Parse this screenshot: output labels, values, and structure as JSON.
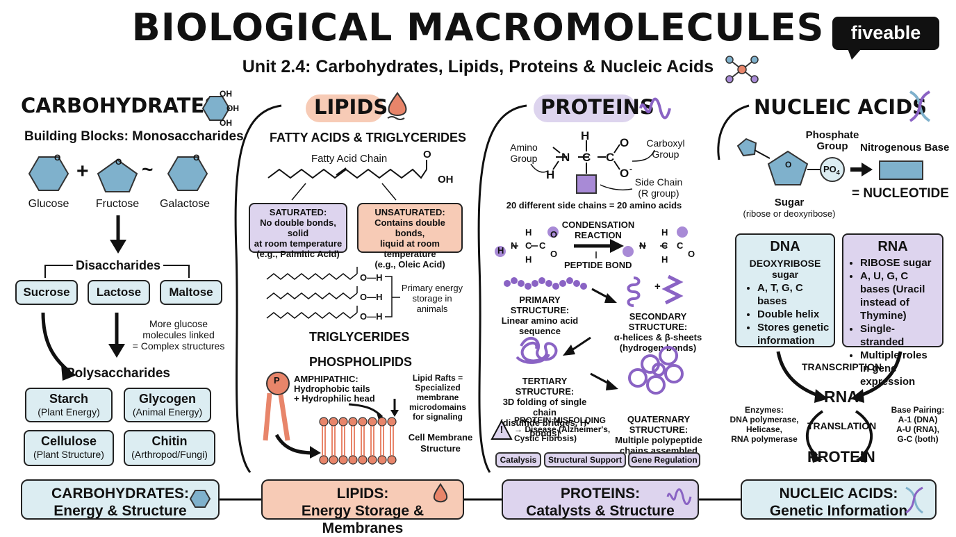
{
  "header": {
    "title": "BIOLOGICAL MACROMOLECULES",
    "subtitle": "Unit 2.4: Carbohydrates, Lipids, Proteins & Nucleic Acids",
    "logo": "fiveable"
  },
  "carbs": {
    "heading": "CARBOHYDRATES",
    "oh": "OH",
    "ring_o": "O",
    "building_blocks": "Building Blocks: Monosaccharides",
    "mono": [
      "Glucose",
      "Fructose",
      "Galactose"
    ],
    "plus": "+",
    "tilde": "~",
    "disaccharides": "Disaccharides",
    "di_items": [
      "Sucrose",
      "Lactose",
      "Maltose"
    ],
    "note": "More glucose molecules linked\n= Complex structures",
    "polysaccharides": "Polysaccharides",
    "poly": [
      {
        "name": "Starch",
        "sub": "(Plant Energy)"
      },
      {
        "name": "Glycogen",
        "sub": "(Animal Energy)"
      },
      {
        "name": "Cellulose",
        "sub": "(Plant Structure)"
      },
      {
        "name": "Chitin",
        "sub": "(Arthropod/Fungi)"
      }
    ]
  },
  "lipids": {
    "heading": "LIPIDS",
    "fa_title": "FATTY ACIDS & TRIGLYCERIDES",
    "chain_label": "Fatty Acid Chain",
    "o": "O",
    "oh": "OH",
    "saturated": "SATURATED:\nNo double bonds, solid\nat room temperature\n(e.g., Palmitic Acid)",
    "unsaturated": "UNSATURATED:\nContains double bonds,\nliquid at room temperature\n(e.g., Oleic Acid)",
    "tg_oh": "O—H",
    "energy": "Primary energy\nstorage in\nanimals",
    "triglycerides": "TRIGLYCERIDES",
    "phospholipids": "PHOSPHOLIPIDS",
    "p_label": "P",
    "amphipathic": "AMPHIPATHIC:\nHydrophobic tails\n+ Hydrophilic head",
    "rafts": "Lipid Rafts =\nSpecialized membrane\nmicrodomains\nfor signaling",
    "membrane": "Cell Membrane\nStructure"
  },
  "proteins": {
    "heading": "PROTEINS",
    "amino": "Amino\nGroup",
    "carboxyl": "Carboxyl\nGroup",
    "side": "Side Chain\n(R group)",
    "twenty": "20 different side chains = 20 amino acids",
    "condensation": "CONDENSATION\nREACTION",
    "peptide": "PEPTIDE BOND",
    "atoms": {
      "h": "H",
      "n": "N",
      "c": "C",
      "o": "O",
      "ominus": "O",
      "minus": "-",
      "dash": "—"
    },
    "primary": "PRIMARY STRUCTURE:\nLinear amino acid\nsequence",
    "secondary": "SECONDARY STRUCTURE:\nα-helices & β-sheets\n(hydrogen bonds)",
    "tertiary": "TERTIARY STRUCTURE:\n3D folding of single chain\n(disulfide bridges, H-bonds)",
    "quaternary": "QUATERNARY STRUCTURE:\nMultiple polypeptide\nchains assembled",
    "misfolding": "PROTEIN MISFOLDING\n→ Disease (Alzheimer's,\nCystic Fibrosis)",
    "warning": "!",
    "plus": "+",
    "roles": [
      "Catalysis",
      "Structural Support",
      "Gene Regulation"
    ]
  },
  "nucleic": {
    "heading": "NUCLEIC ACIDS",
    "phosphate": "Phosphate\nGroup",
    "base": "Nitrogenous Base",
    "po4": "PO",
    "po4_sub": "4",
    "sugar": "Sugar",
    "sugar_sub": "(ribose or deoxyribose)",
    "ring_o": "O",
    "equals": "= NUCLEOTIDE",
    "dna_title": "DNA",
    "dna_sugar": "DEOXYRIBOSE sugar",
    "dna_items": [
      "A, T, G, C bases",
      "Double helix",
      "Stores genetic information"
    ],
    "rna_title": "RNA",
    "rna_items": [
      "RIBOSE sugar",
      "A, U, G, C bases (Uracil instead of Thymine)",
      "Single-stranded",
      "Multiple roles in gene expression"
    ],
    "transcription": "TRANSCRIPTION",
    "rna": "RNA",
    "translation": "TRANSLATION",
    "protein": "PROTEIN",
    "enzymes": "Enzymes:\nDNA polymerase,\nHelicase,\nRNA polymerase",
    "pairing": "Base Pairing:\nA-1 (DNA)\nA-U (RNA),\nG-C (both)"
  },
  "bottom": [
    {
      "title": "CARBOHYDRATES:",
      "sub": "Energy & Structure"
    },
    {
      "title": "LIPIDS:",
      "sub": "Energy Storage & Membranes"
    },
    {
      "title": "PROTEINS:",
      "sub": "Catalysts & Structure"
    },
    {
      "title": "NUCLEIC ACIDS:",
      "sub": "Genetic Information"
    }
  ],
  "colors": {
    "blue": "#dcedf2",
    "hex": "#7fb1cc",
    "purple": "#ddd4ee",
    "violet": "#8a63c4",
    "salmon": "#f7cbb6",
    "coral": "#e8856a"
  }
}
